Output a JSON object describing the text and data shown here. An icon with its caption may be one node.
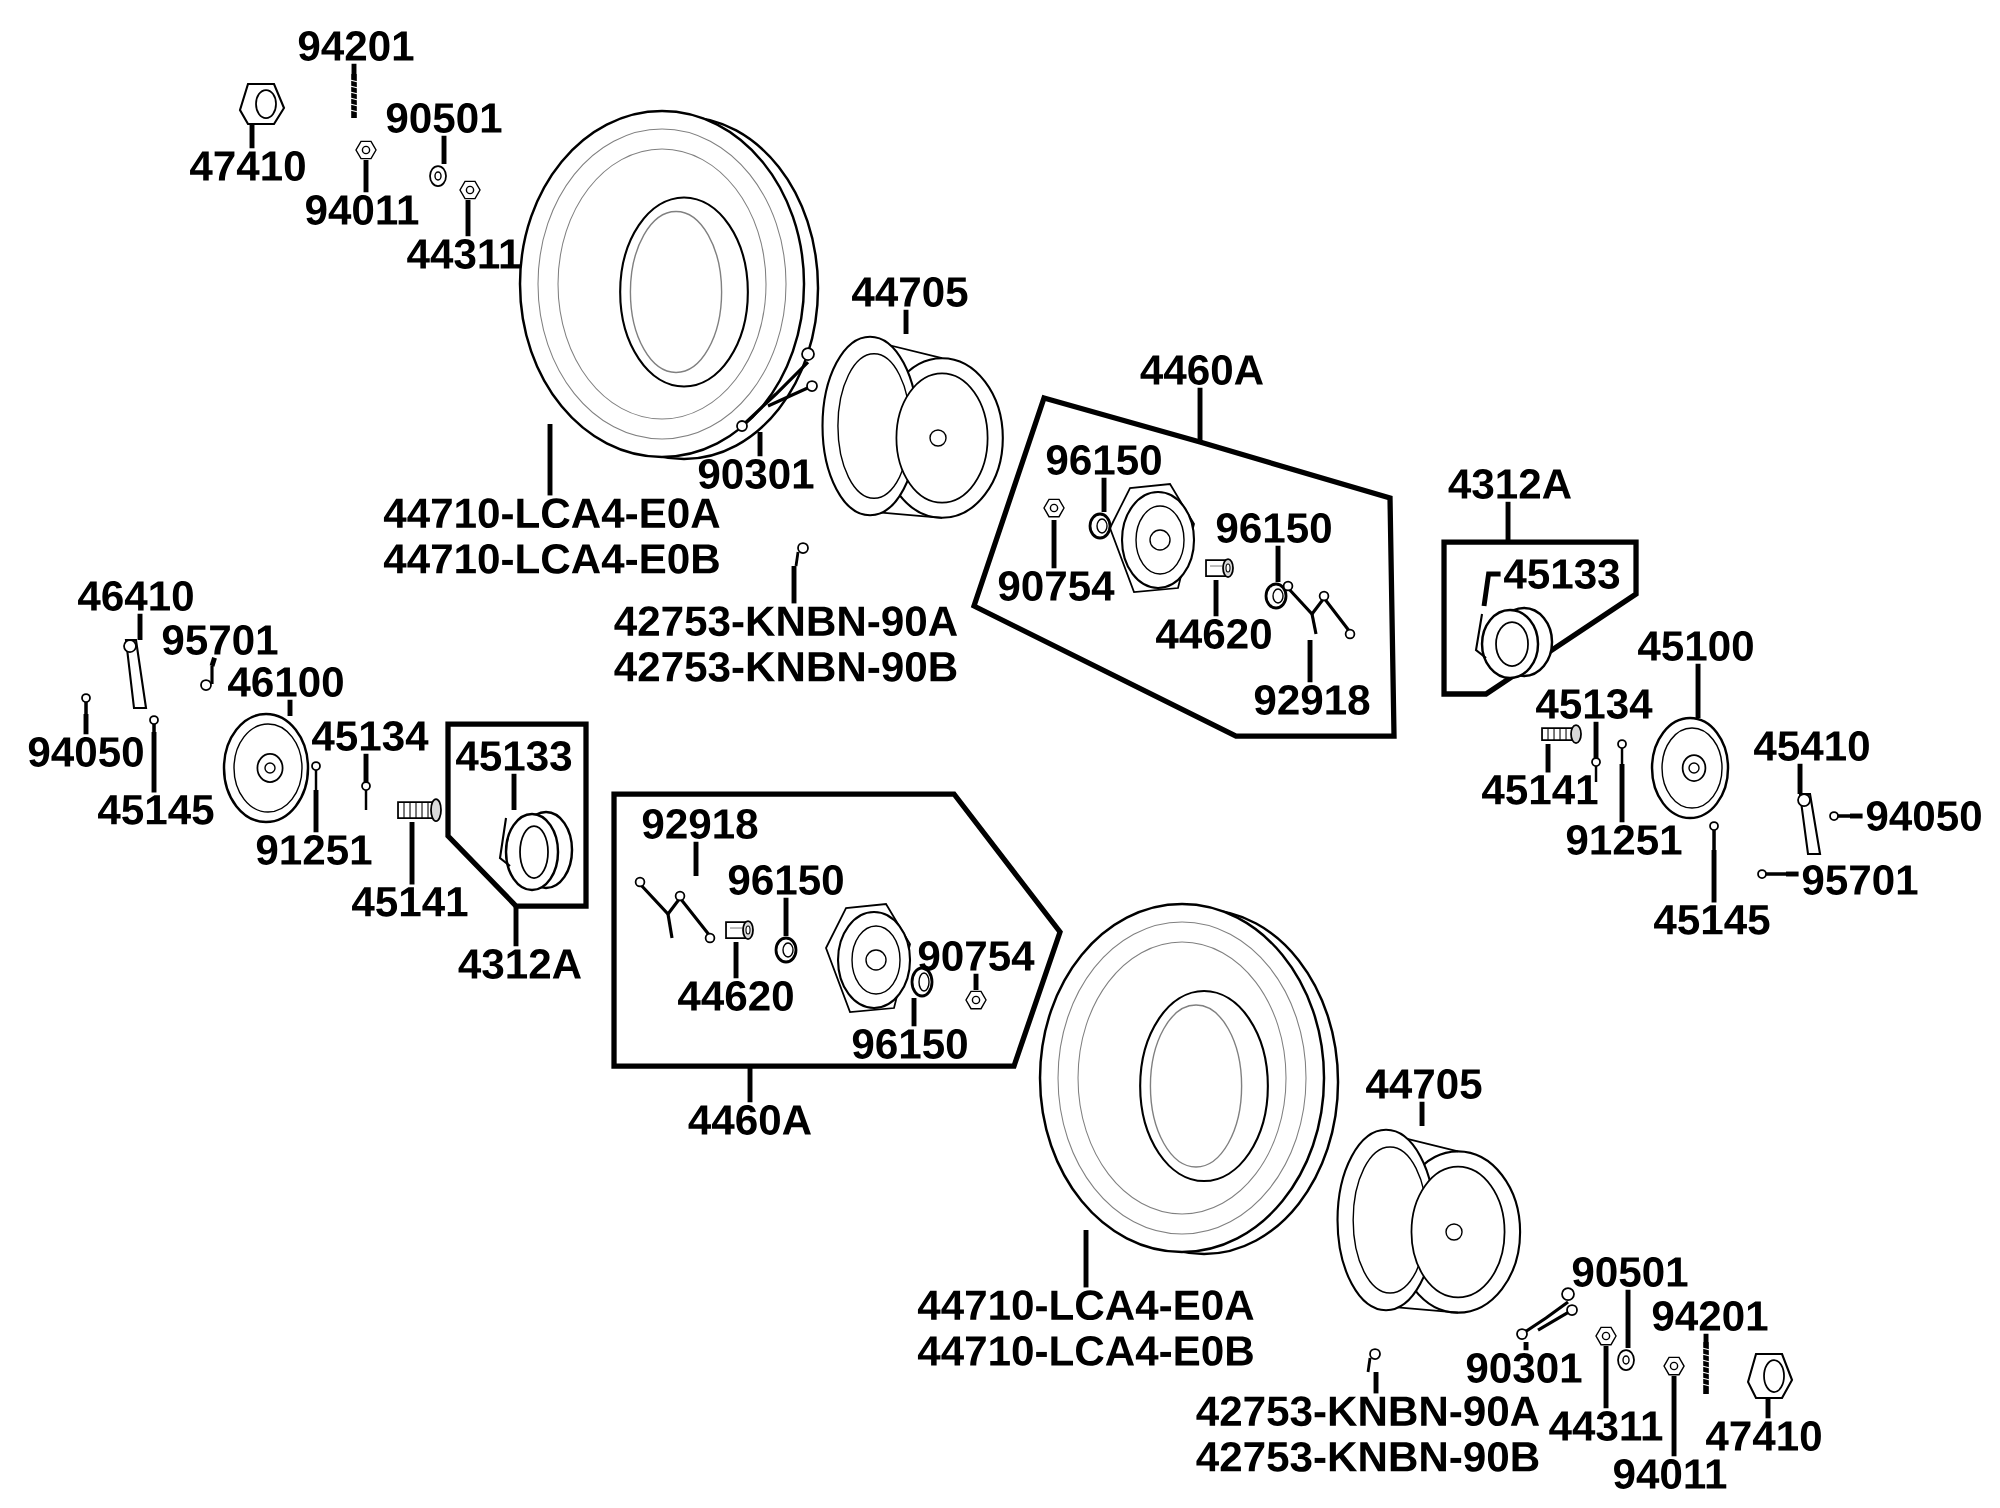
{
  "diagram": {
    "nodes": [
      {
        "text": [
          "94201"
        ]
      },
      {
        "text": [],
        "shape": "picture"
      },
      {
        "text": [
          "47410"
        ]
      },
      {
        "text": [],
        "shape": "picture"
      },
      {
        "text": [
          "90501"
        ]
      },
      {
        "text": [],
        "shape": "picture"
      },
      {
        "text": [
          "94011"
        ]
      },
      {
        "text": [],
        "shape": "picture"
      },
      {
        "text": [
          "44311"
        ]
      },
      {
        "text": [],
        "shape": "picture"
      },
      {
        "text": [
          "44710-LCA4-E0A",
          "44710-LCA4-E0B"
        ]
      },
      {
        "text": [],
        "shape": "picture"
      },
      {
        "text": [
          "44705"
        ]
      },
      {
        "text": [],
        "shape": "picture"
      },
      {
        "text": [
          "90301"
        ]
      },
      {
        "text": [],
        "shape": "picture"
      },
      {
        "text": [
          "42753-KNBN-90A",
          "42753-KNBN-90B"
        ]
      },
      {
        "text": [],
        "shape": "picture"
      },
      {
        "text": [
          "4460A"
        ]
      },
      {
        "text": [],
        "shape": "box"
      },
      {
        "text": [
          "96150"
        ],
        "in": 19
      },
      {
        "text": [],
        "shape": "picture",
        "in": 19
      },
      {
        "text": [
          "90754"
        ],
        "in": 19
      },
      {
        "text": [],
        "shape": "picture",
        "in": 19
      },
      {
        "text": [
          "96150"
        ],
        "in": 19
      },
      {
        "text": [],
        "shape": "picture",
        "in": 19
      },
      {
        "text": [
          "44620"
        ],
        "in": 19
      },
      {
        "text": [],
        "shape": "picture",
        "in": 19
      },
      {
        "text": [
          "92918"
        ],
        "in": 19
      },
      {
        "text": [],
        "shape": "picture",
        "in": 19
      },
      {
        "text": [
          "4312A"
        ]
      },
      {
        "text": [],
        "shape": "box"
      },
      {
        "text": [
          "45133"
        ],
        "in": 31
      },
      {
        "text": [],
        "shape": "picture",
        "in": 31
      },
      {
        "text": [
          "45100"
        ]
      },
      {
        "text": [],
        "shape": "picture"
      },
      {
        "text": [
          "45134"
        ]
      },
      {
        "text": [],
        "shape": "picture"
      },
      {
        "text": [
          "45141"
        ]
      },
      {
        "text": [],
        "shape": "picture"
      },
      {
        "text": [
          "91251"
        ]
      },
      {
        "text": [],
        "shape": "picture"
      },
      {
        "text": [
          "45410"
        ]
      },
      {
        "text": [],
        "shape": "picture"
      },
      {
        "text": [
          "94050"
        ]
      },
      {
        "text": [],
        "shape": "picture"
      },
      {
        "text": [
          "95701"
        ]
      },
      {
        "text": [],
        "shape": "picture"
      },
      {
        "text": [
          "45145"
        ]
      },
      {
        "text": [],
        "shape": "picture"
      },
      {
        "text": [
          "46410"
        ]
      },
      {
        "text": [],
        "shape": "picture"
      },
      {
        "text": [
          "95701"
        ]
      },
      {
        "text": [],
        "shape": "picture"
      },
      {
        "text": [
          "46100"
        ]
      },
      {
        "text": [],
        "shape": "picture"
      },
      {
        "text": [
          "94050"
        ]
      },
      {
        "text": [],
        "shape": "picture"
      },
      {
        "text": [
          "45145"
        ]
      },
      {
        "text": [],
        "shape": "picture"
      },
      {
        "text": [
          "45134"
        ]
      },
      {
        "text": [],
        "shape": "picture"
      },
      {
        "text": [
          "91251"
        ]
      },
      {
        "text": [],
        "shape": "picture"
      },
      {
        "text": [
          "45141"
        ]
      },
      {
        "text": [],
        "shape": "picture"
      },
      {
        "text": [
          "4312A"
        ]
      },
      {
        "text": [],
        "shape": "box"
      },
      {
        "text": [
          "45133"
        ],
        "in": 67
      },
      {
        "text": [],
        "shape": "picture",
        "in": 67
      },
      {
        "text": [
          "4460A"
        ]
      },
      {
        "text": [],
        "shape": "box"
      },
      {
        "text": [
          "92918"
        ],
        "in": 71
      },
      {
        "text": [],
        "shape": "picture",
        "in": 71
      },
      {
        "text": [
          "96150"
        ],
        "in": 71
      },
      {
        "text": [],
        "shape": "picture",
        "in": 71
      },
      {
        "text": [
          "44620"
        ],
        "in": 71
      },
      {
        "text": [],
        "shape": "picture",
        "in": 71
      },
      {
        "text": [
          "96150"
        ],
        "in": 71
      },
      {
        "text": [],
        "shape": "picture",
        "in": 71
      },
      {
        "text": [
          "90754"
        ],
        "in": 71
      },
      {
        "text": [],
        "shape": "picture",
        "in": 71
      },
      {
        "text": [
          "44710-LCA4-E0A",
          "44710-LCA4-E0B"
        ]
      },
      {
        "text": [],
        "shape": "picture"
      },
      {
        "text": [
          "44705"
        ]
      },
      {
        "text": [],
        "shape": "picture"
      },
      {
        "text": [
          "90301"
        ]
      },
      {
        "text": [],
        "shape": "picture"
      },
      {
        "text": [
          "42753-KNBN-90A",
          "42753-KNBN-90B"
        ]
      },
      {
        "text": [],
        "shape": "picture"
      },
      {
        "text": [
          "90501"
        ]
      },
      {
        "text": [],
        "shape": "picture"
      },
      {
        "text": [
          "44311"
        ]
      },
      {
        "text": [],
        "shape": "picture"
      },
      {
        "text": [
          "94011"
        ]
      },
      {
        "text": [],
        "shape": "picture"
      },
      {
        "text": [
          "94201"
        ]
      },
      {
        "text": [],
        "shape": "picture"
      },
      {
        "text": [
          "47410"
        ]
      },
      {
        "text": [],
        "shape": "picture"
      }
    ],
    "edges": [
      {
        "from": 0,
        "to": 1,
        "arrow": "none"
      },
      {
        "from": 2,
        "to": 3,
        "arrow": "none"
      },
      {
        "from": 4,
        "to": 5,
        "arrow": "none"
      },
      {
        "from": 6,
        "to": 7,
        "arrow": "none"
      },
      {
        "from": 8,
        "to": 9,
        "arrow": "none"
      },
      {
        "from": 10,
        "to": 11,
        "arrow": "none"
      },
      {
        "from": 12,
        "to": 13,
        "arrow": "none"
      },
      {
        "from": 14,
        "to": 15,
        "arrow": "none"
      },
      {
        "from": 16,
        "to": 17,
        "arrow": "none"
      },
      {
        "from": 18,
        "to": 19,
        "arrow": "none"
      },
      {
        "from": 20,
        "to": 21,
        "arrow": "none"
      },
      {
        "from": 22,
        "to": 23,
        "arrow": "none"
      },
      {
        "from": 24,
        "to": 25,
        "arrow": "none"
      },
      {
        "from": 26,
        "to": 27,
        "arrow": "none"
      },
      {
        "from": 28,
        "to": 29,
        "arrow": "none"
      },
      {
        "from": 30,
        "to": 31,
        "arrow": "none"
      },
      {
        "from": 32,
        "to": 33,
        "arrow": "none"
      },
      {
        "from": 34,
        "to": 35,
        "arrow": "none"
      },
      {
        "from": 36,
        "to": 37,
        "arrow": "none"
      },
      {
        "from": 38,
        "to": 39,
        "arrow": "none"
      },
      {
        "from": 40,
        "to": 41,
        "arrow": "none"
      },
      {
        "from": 42,
        "to": 43,
        "arrow": "none"
      },
      {
        "from": 44,
        "to": 45,
        "arrow": "none"
      },
      {
        "from": 46,
        "to": 47,
        "arrow": "none"
      },
      {
        "from": 48,
        "to": 49,
        "arrow": "none"
      },
      {
        "from": 50,
        "to": 51,
        "arrow": "none"
      },
      {
        "from": 52,
        "to": 53,
        "arrow": "none"
      },
      {
        "from": 54,
        "to": 55,
        "arrow": "none"
      },
      {
        "from": 56,
        "to": 57,
        "arrow": "none"
      },
      {
        "from": 58,
        "to": 59,
        "arrow": "none"
      },
      {
        "from": 60,
        "to": 61,
        "arrow": "none"
      },
      {
        "from": 62,
        "to": 63,
        "arrow": "none"
      },
      {
        "from": 64,
        "to": 65,
        "arrow": "none"
      },
      {
        "from": 66,
        "to": 67,
        "arrow": "none"
      },
      {
        "from": 68,
        "to": 69,
        "arrow": "none"
      },
      {
        "from": 70,
        "to": 71,
        "arrow": "none"
      },
      {
        "from": 72,
        "to": 73,
        "arrow": "none"
      },
      {
        "from": 74,
        "to": 75,
        "arrow": "none"
      },
      {
        "from": 76,
        "to": 77,
        "arrow": "none"
      },
      {
        "from": 78,
        "to": 79,
        "arrow": "none"
      },
      {
        "from": 80,
        "to": 81,
        "arrow": "none"
      },
      {
        "from": 82,
        "to": 83,
        "arrow": "none"
      },
      {
        "from": 84,
        "to": 85,
        "arrow": "none"
      },
      {
        "from": 86,
        "to": 87,
        "arrow": "none"
      },
      {
        "from": 88,
        "to": 89,
        "arrow": "none"
      },
      {
        "from": 90,
        "to": 91,
        "arrow": "none"
      },
      {
        "from": 92,
        "to": 93,
        "arrow": "none"
      },
      {
        "from": 94,
        "to": 95,
        "arrow": "none"
      },
      {
        "from": 96,
        "to": 97,
        "arrow": "none"
      },
      {
        "from": 98,
        "to": 99,
        "arrow": "none"
      }
    ]
  }
}
